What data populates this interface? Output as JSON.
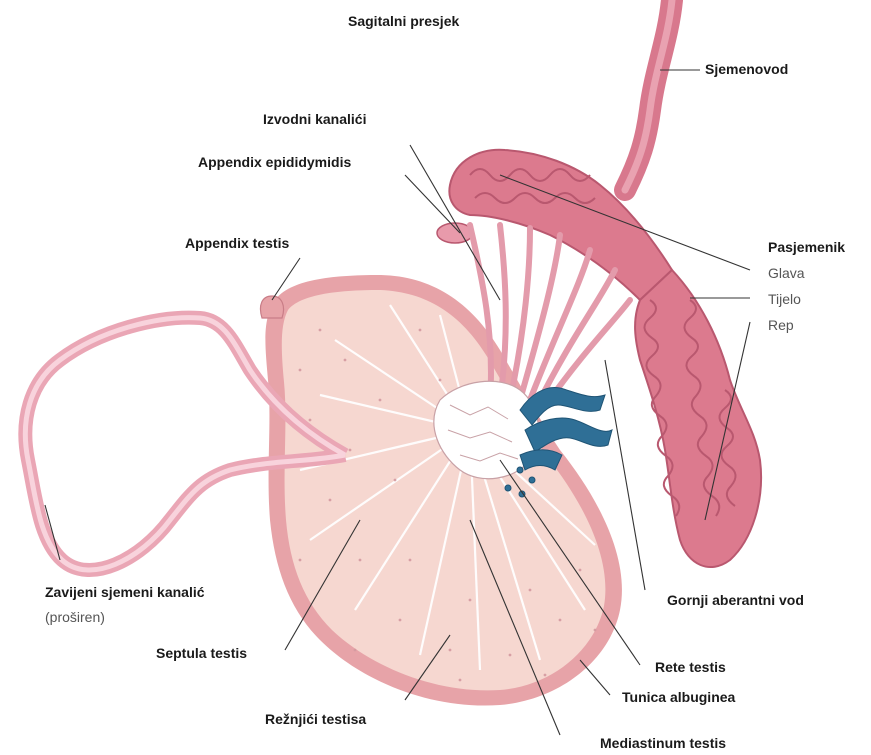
{
  "title": "Sagitalni presjek",
  "labels": {
    "sjemenovod": "Sjemenovod",
    "izvodni_kanalici": "Izvodni kanalići",
    "appendix_epididymidis": "Appendix epididymidis",
    "appendix_testis": "Appendix testis",
    "pasjemenik": "Pasjemenik",
    "glava": "Glava",
    "tijelo": "Tijelo",
    "rep": "Rep",
    "zavijeni_kanalic": "Zavijeni sjemeni kanalić",
    "prosiren": "(proširen)",
    "gornji_aberantni_vod": "Gornji aberantni vod",
    "septula_testis": "Septula testis",
    "rete_testis": "Rete testis",
    "tunica_albuginea": "Tunica albuginea",
    "reznjici_testisa": "Režnjići testisa",
    "mediastinum_testis": "Mediastinum testis"
  },
  "colors": {
    "testis_fill": "#f6d7d0",
    "testis_rim": "#e7a3a8",
    "epididymis": "#dc7a8e",
    "epididymis_dark": "#b9586f",
    "duct": "#e39bab",
    "rete": "#ffffff",
    "aberrant_duct": "#2f6f96"
  }
}
